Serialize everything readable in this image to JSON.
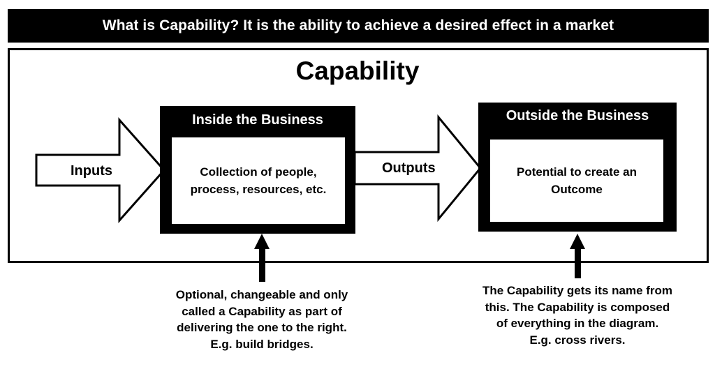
{
  "banner": {
    "text": "What is Capability? It is the ability to achieve a desired effect in a market"
  },
  "diagram": {
    "title": "Capability",
    "input_arrow": {
      "label": "Inputs"
    },
    "output_arrow": {
      "label": "Outputs"
    },
    "inside_box": {
      "header": "Inside the Business",
      "body": "Collection of people,\nprocess, resources, etc."
    },
    "outside_box": {
      "header": "Outside the Business",
      "body": "Potential to create an\nOutcome"
    }
  },
  "notes": {
    "left": "Optional, changeable and only\ncalled a Capability as part of\ndelivering the one to the right.\nE.g. build bridges.",
    "right": "The Capability gets its name from\nthis. The Capability is composed\nof everything in the diagram.\nE.g. cross rivers."
  },
  "colors": {
    "foreground": "#000000",
    "background": "#ffffff"
  }
}
